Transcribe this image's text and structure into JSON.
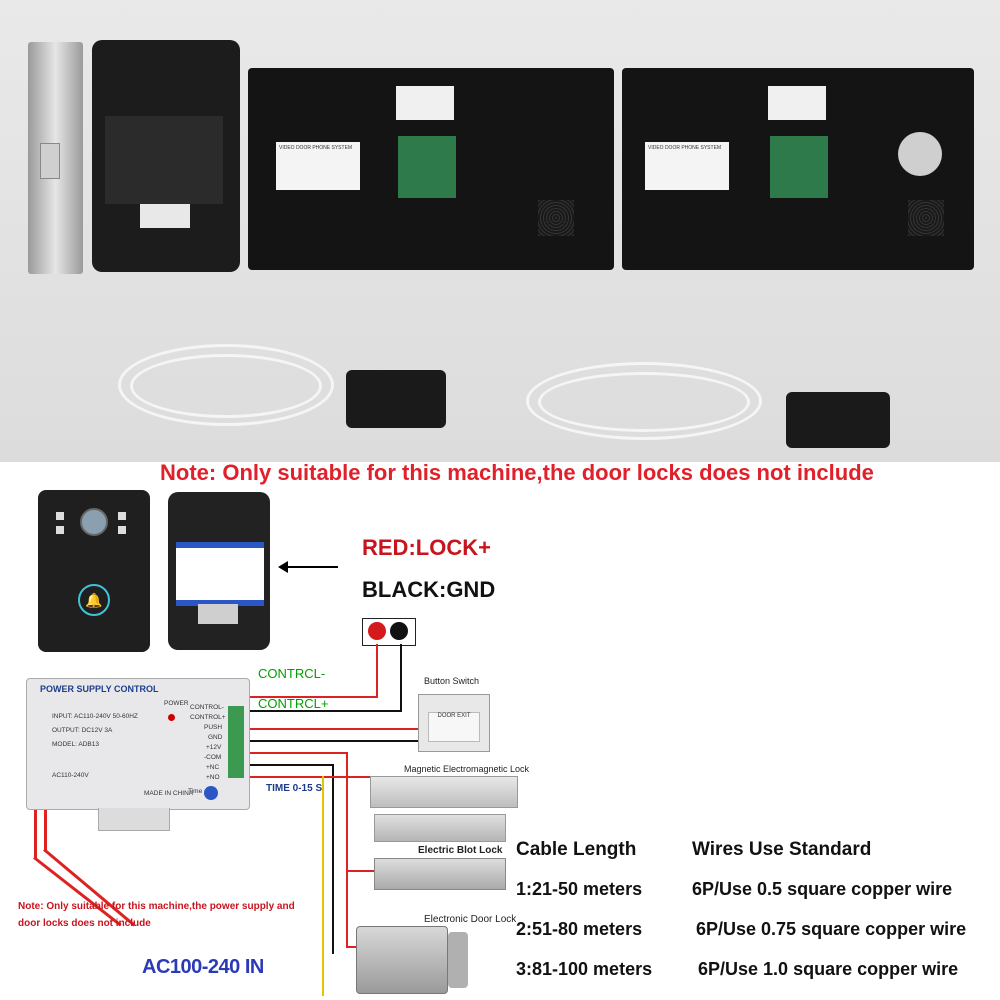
{
  "notice": {
    "top": "Note: Only suitable for this machine,the door locks does not include",
    "small": "Note: Only suitable for this machine,the power supply and door locks does not include"
  },
  "wiring": {
    "red": "RED:LOCK+",
    "black": "BLACK:GND",
    "contrcl_minus": "CONTRCL-",
    "contrcl_plus": "CONTRCL+",
    "time": "TIME 0-15 S",
    "ac_input": "AC100-240 IN"
  },
  "power_supply": {
    "title": "POWER SUPPLY CONTROL",
    "input": "INPUT: AC110-240V  50-60HZ",
    "output": "OUTPUT: DC12V  3A",
    "model": "MODEL: ADB13",
    "ac": "AC110-240V",
    "made": "MADE IN CHINA",
    "power_led": "POWER",
    "time_label": "Time",
    "terminals": [
      "CONTROL-",
      "CONTROL+",
      "PUSH",
      "GND",
      "+12V",
      "-COM",
      "+NC",
      "+NO"
    ]
  },
  "components": {
    "button_switch": "Button Switch",
    "exit_text": "DOOR EXIT",
    "magnetic": "Magnetic Electromagnetic Lock",
    "blot": "Electric Blot Lock",
    "door": "Electronic Door Lock"
  },
  "table": {
    "head_length": "Cable Length",
    "head_wires": "Wires Use Standard",
    "rows": [
      {
        "length": "1:21-50 meters",
        "wire": "6P/Use 0.5 square copper wire"
      },
      {
        "length": "2:51-80 meters",
        "wire": "6P/Use 0.75 square copper wire"
      },
      {
        "length": "3:81-100 meters",
        "wire": "6P/Use 1.0 square copper wire"
      }
    ]
  },
  "monitor_labels": {
    "label1": "VIDEO DOOR PHONE SYSTEM",
    "label2": "VIDEO DOOR PHONE SYSTEM"
  }
}
